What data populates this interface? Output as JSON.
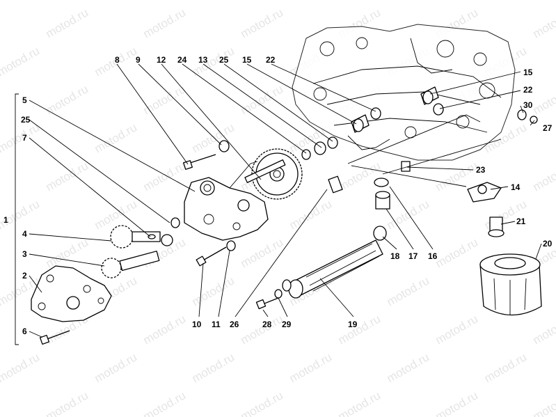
{
  "watermark": {
    "text": "motod.ru"
  },
  "callouts": [
    {
      "label": "8"
    },
    {
      "label": "9"
    },
    {
      "label": "12"
    },
    {
      "label": "24"
    },
    {
      "label": "13"
    },
    {
      "label": "25"
    },
    {
      "label": "15"
    },
    {
      "label": "22"
    },
    {
      "label": "15"
    },
    {
      "label": "22"
    },
    {
      "label": "30"
    },
    {
      "label": "27"
    },
    {
      "label": "23"
    },
    {
      "label": "14"
    },
    {
      "label": "21"
    },
    {
      "label": "20"
    },
    {
      "label": "5"
    },
    {
      "label": "25"
    },
    {
      "label": "7"
    },
    {
      "label": "1"
    },
    {
      "label": "4"
    },
    {
      "label": "3"
    },
    {
      "label": "2"
    },
    {
      "label": "6"
    },
    {
      "label": "10"
    },
    {
      "label": "11"
    },
    {
      "label": "26"
    },
    {
      "label": "28"
    },
    {
      "label": "29"
    },
    {
      "label": "19"
    },
    {
      "label": "18"
    },
    {
      "label": "17"
    },
    {
      "label": "16"
    }
  ]
}
